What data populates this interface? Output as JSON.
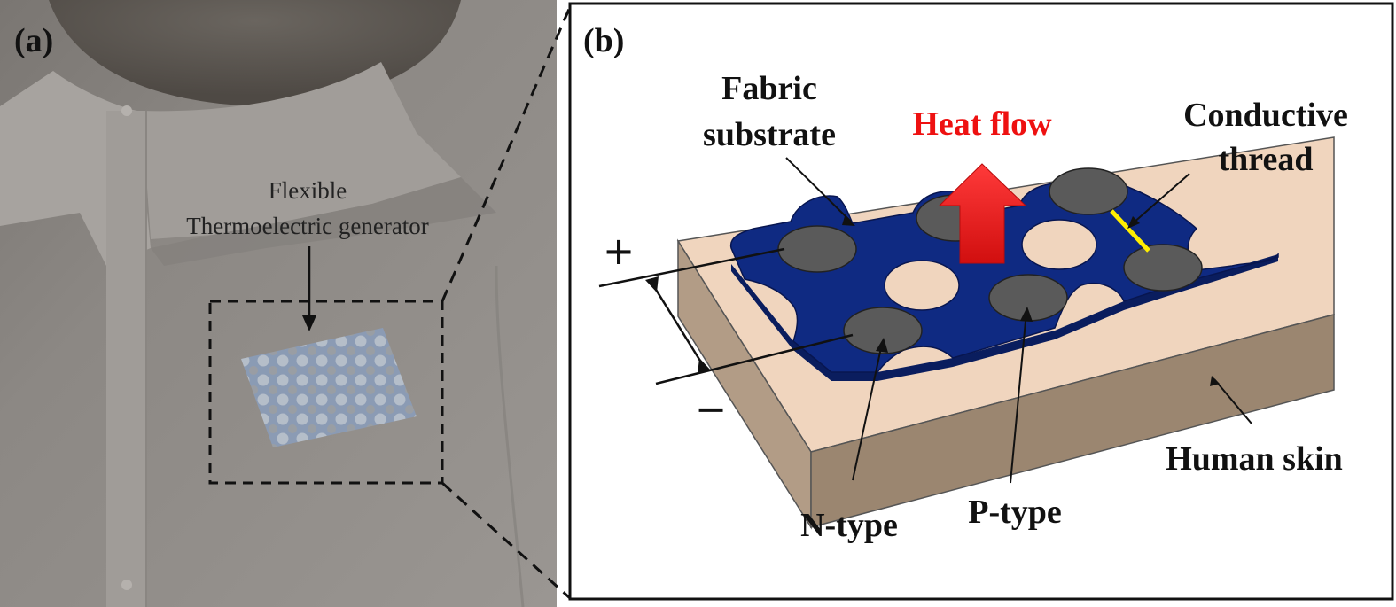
{
  "panel_a": {
    "label": "(a)",
    "annotation_line1": "Flexible",
    "annotation_line2": "Thermoelectric  generator"
  },
  "panel_b": {
    "label": "(b)",
    "fabric_line1": "Fabric",
    "fabric_line2": "substrate",
    "heat_flow": "Heat flow",
    "conductive_line1": "Conductive",
    "conductive_line2": "thread",
    "plus": "+",
    "minus": "−",
    "n_type": "N-type",
    "p_type": "P-type",
    "human_skin": "Human skin"
  },
  "colors": {
    "fabric": "#0f2a82",
    "fabric_edge": "#0a1d5e",
    "leg": "#5a5a5a",
    "skin_top": "#f0d5be",
    "skin_side": "#9b8670",
    "heat_arrow": "#ee1c1c",
    "thread": "#ffee00",
    "heat_text": "#ee1111"
  }
}
